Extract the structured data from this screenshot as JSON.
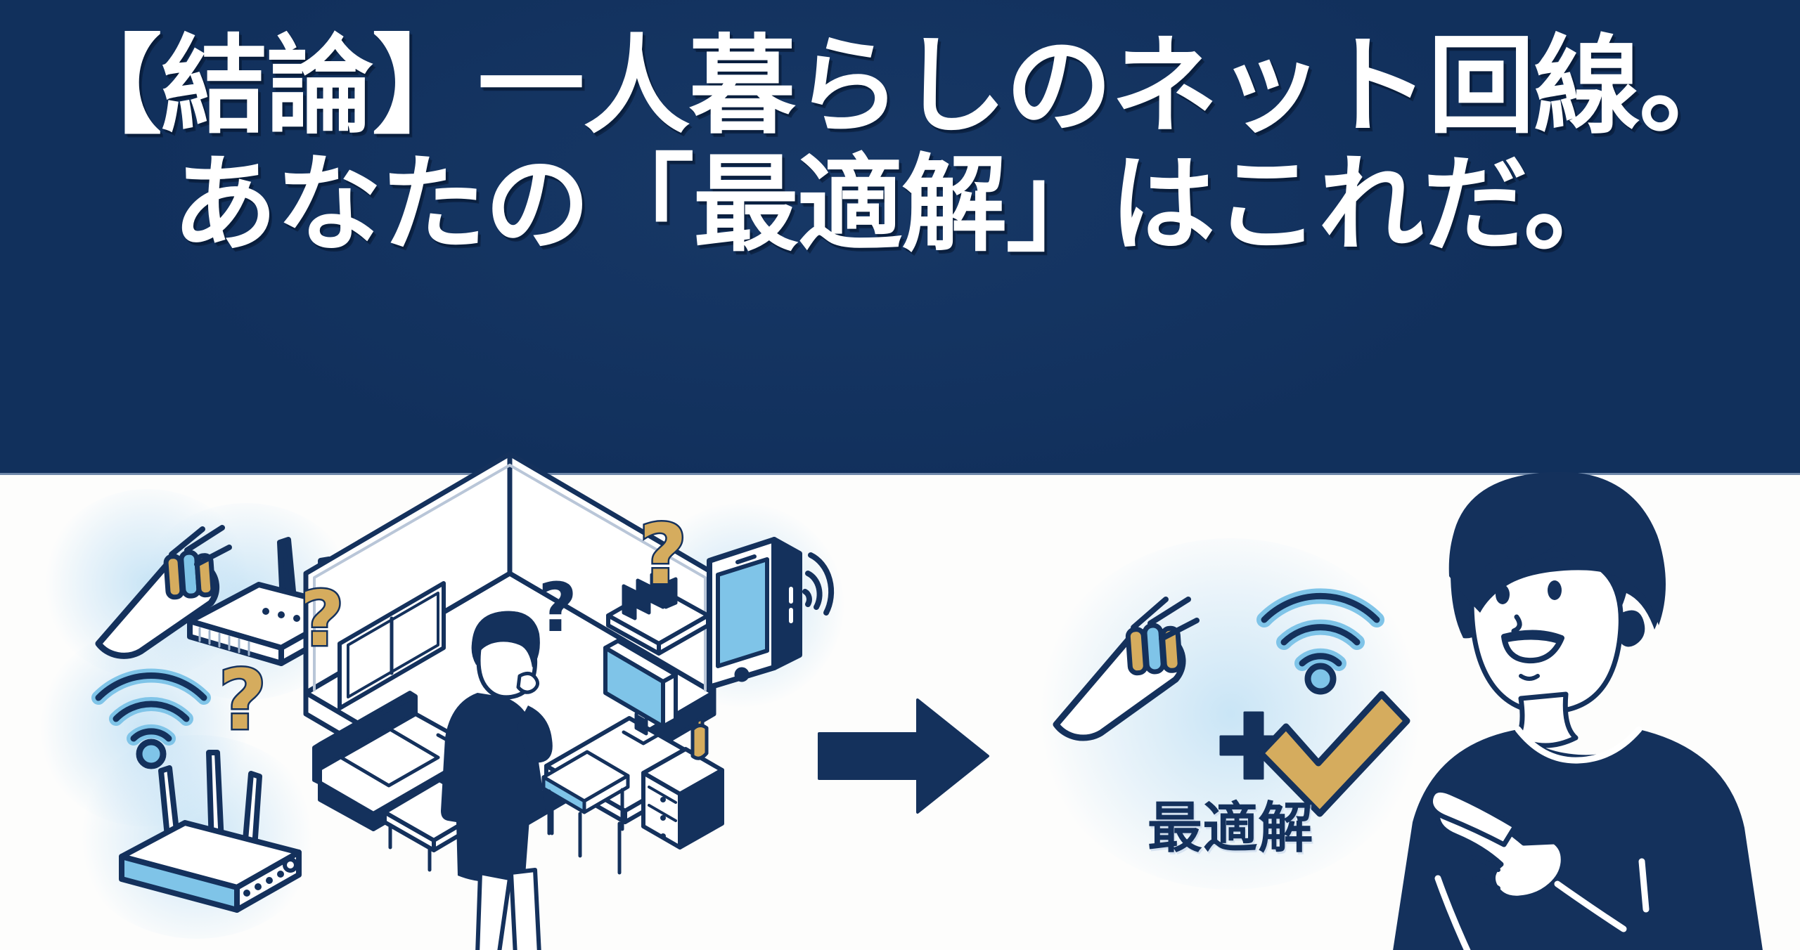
{
  "banner": {
    "background_color": "#11305C",
    "stage_background_color": "#FDFDFC",
    "accent_navy": "#14315C",
    "accent_gold": "#D5AC5E",
    "accent_light_blue": "#7FC4E8",
    "title": {
      "line1": "【結論】一人暮らしのネット回線。",
      "line2": "あなたの「最適解」はこれだ。",
      "color": "#FFFFFF"
    }
  },
  "illustration": {
    "problem_side": {
      "icons": [
        {
          "name": "fiber-optic-cable-icon",
          "label": "光ファイバーケーブル"
        },
        {
          "name": "wifi-router-icon",
          "label": "Wi-Fiルーター"
        },
        {
          "name": "wifi-signal-icon",
          "label": "Wi-Fi電波"
        },
        {
          "name": "wifi-router-alt-icon",
          "label": "無線ルーター"
        },
        {
          "name": "smartphone-icon",
          "label": "スマートフォン"
        }
      ],
      "question_marks": [
        {
          "name": "question-mark-1",
          "glyph": "?"
        },
        {
          "name": "question-mark-2",
          "glyph": "?"
        },
        {
          "name": "question-mark-3",
          "glyph": "?"
        },
        {
          "name": "question-mark-4",
          "glyph": "?"
        },
        {
          "name": "question-mark-5",
          "glyph": "?"
        }
      ],
      "room": {
        "name": "isometric-room-illustration",
        "label": "一人暮らしの部屋",
        "furniture": [
          "window",
          "sofa",
          "coffee-table",
          "desk",
          "monitor",
          "bookshelf",
          "drawer-cabinet",
          "bottle"
        ],
        "person": {
          "name": "thinking-person",
          "label": "悩む人物"
        }
      }
    },
    "transition_arrow": {
      "name": "right-arrow-icon",
      "glyph": "→",
      "color": "#14315C"
    },
    "solution_side": {
      "label": "最適解",
      "plus_sign": "+",
      "icons": [
        {
          "name": "fiber-optic-cable-icon",
          "label": "光回線"
        },
        {
          "name": "wifi-signal-icon",
          "label": "Wi-Fi"
        },
        {
          "name": "checkmark-icon",
          "label": "チェック",
          "color": "#D5AC5E"
        }
      ]
    },
    "presenter": {
      "name": "pointing-man-illustration",
      "label": "指をさして笑顔の男性",
      "shirt_color": "#14315C",
      "hair_color": "#14315C"
    }
  }
}
